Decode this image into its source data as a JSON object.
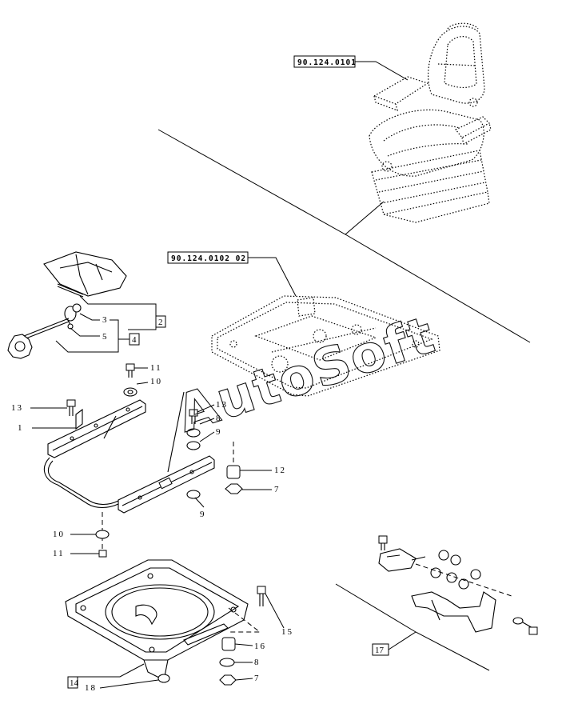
{
  "watermark": "AutoSoft",
  "references": {
    "seat_assembly": "90.124.0101",
    "seat_support": "90.124.0102 02"
  },
  "callouts": {
    "n1": "1",
    "n3": "3",
    "n5": "5",
    "n7a": "7",
    "n7b": "7",
    "n8a": "8",
    "n8b": "8",
    "n9a": "9",
    "n9b": "9",
    "n10a": "10",
    "n10b": "10",
    "n11a": "11",
    "n11b": "11",
    "n12": "12",
    "n13a": "13",
    "n13b": "13",
    "n15": "15",
    "n16": "16",
    "n18": "18"
  },
  "boxed_callouts": {
    "b2": "2",
    "b4": "4",
    "b14": "14",
    "b17": "17"
  },
  "icons": [
    "seat-icon",
    "seat-base-plate-icon",
    "seat-slide-rail-icon",
    "swivel-plate-icon",
    "seat-belt-buckle-icon",
    "control-knob-icon"
  ]
}
